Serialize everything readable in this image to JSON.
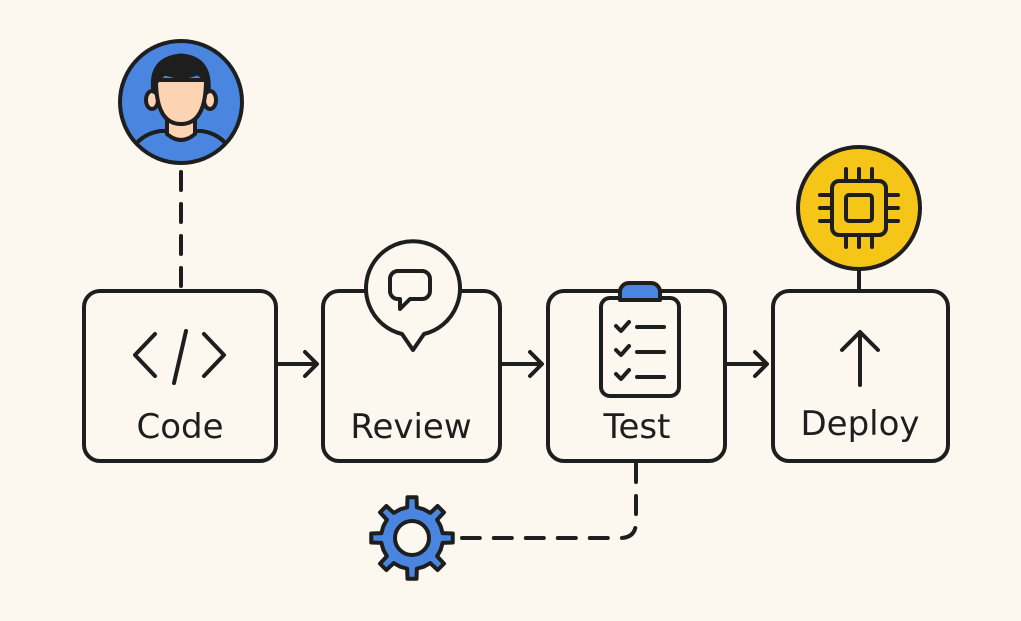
{
  "diagram": {
    "title": "",
    "colors": {
      "background": "#fdf8ef",
      "stroke": "#1e1e1e",
      "blue": "#4a86e0",
      "yellow": "#f5c518",
      "skin": "#fcd4b4",
      "hair": "#1e1e1e"
    },
    "steps": [
      {
        "id": "code",
        "label": "Code",
        "icon": "code-brackets-icon"
      },
      {
        "id": "review",
        "label": "Review",
        "icon": "chat-bubble-icon"
      },
      {
        "id": "test",
        "label": "Test",
        "icon": "clipboard-checklist-icon"
      },
      {
        "id": "deploy",
        "label": "Deploy",
        "icon": "arrow-up-icon"
      }
    ],
    "attachments": [
      {
        "id": "developer",
        "icon": "user-avatar-icon",
        "attached_to": "code",
        "connector": "dashed"
      },
      {
        "id": "processor",
        "icon": "cpu-chip-icon",
        "attached_to": "deploy",
        "connector": "solid"
      },
      {
        "id": "automation",
        "icon": "gear-icon",
        "attached_to": "test",
        "connector": "dashed"
      }
    ],
    "flow": [
      "code",
      "review",
      "test",
      "deploy"
    ]
  }
}
